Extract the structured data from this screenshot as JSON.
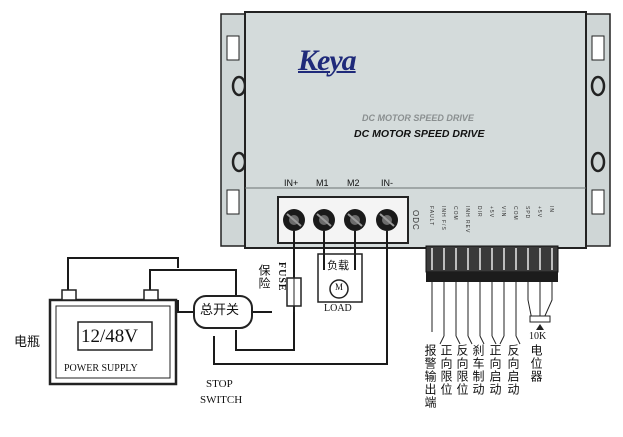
{
  "brand": {
    "logo_text": "Keya",
    "accent": "#1f2a7a"
  },
  "panel": {
    "title_ghost": "DC MOTOR SPEED DRIVE",
    "title": "DC MOTOR SPEED DRIVE",
    "body_color": "#d4dbdb",
    "flange_color": "#cfd6d6"
  },
  "terminals": {
    "labels": [
      "IN+",
      "M1",
      "M2",
      "IN-"
    ],
    "side_text": "ODC"
  },
  "connector": {
    "pin_labels": [
      "FAULT",
      "INH F/S",
      "COM",
      "INH REV",
      "DIR",
      "+5V",
      "VIN",
      "COM",
      "SPD",
      "+5V",
      "IN"
    ]
  },
  "battery": {
    "cn_label": "电瓶",
    "voltage": "12/48V",
    "supply": "POWER SUPPLY"
  },
  "switch": {
    "label": "总开关",
    "line1": "STOP",
    "line2": "SWITCH"
  },
  "fuse": {
    "en": "FUSE",
    "cn": "保险"
  },
  "load": {
    "cn": "负载",
    "en": "LOAD",
    "motor_text": "M"
  },
  "pot": {
    "label": "10K"
  },
  "signals": [
    {
      "label": "报警输出端"
    },
    {
      "label": "正向限位"
    },
    {
      "label": "反向限位"
    },
    {
      "label": "刹车制动"
    },
    {
      "label": "正向启动"
    },
    {
      "label": "反向启动"
    },
    {
      "label": "电位器"
    }
  ]
}
